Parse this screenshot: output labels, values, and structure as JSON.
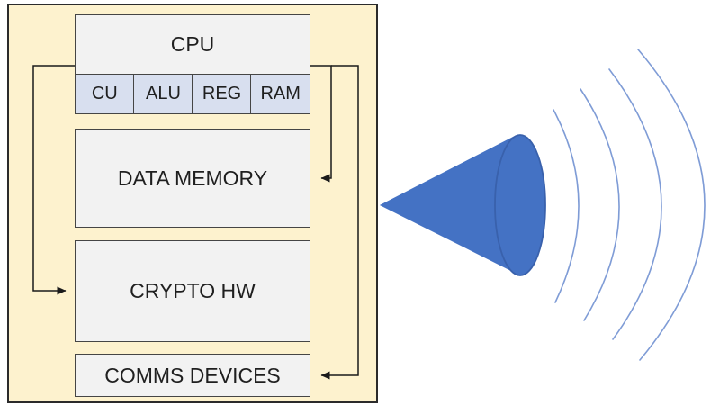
{
  "device": {
    "cpu_label": "CPU",
    "cpu_units": [
      "CU",
      "ALU",
      "REG",
      "RAM"
    ],
    "data_memory_label": "DATA MEMORY",
    "crypto_hw_label": "CRYPTO HW",
    "comms_devices_label": "COMMS DEVICES"
  },
  "emanation": {
    "wave_count": 4
  },
  "colors": {
    "boundary-fill": "#FDF2CE",
    "boundary-border": "#2B2B2B",
    "block-fill": "#F2F2F2",
    "block-border": "#454545",
    "unit-fill": "#D8DFEF",
    "connector": "#1A1A1A",
    "cone-fill": "#4472C4",
    "cone-edge": "#3961AC",
    "wave-stroke": "#7F9CD6",
    "text": "#1F1F1F"
  }
}
